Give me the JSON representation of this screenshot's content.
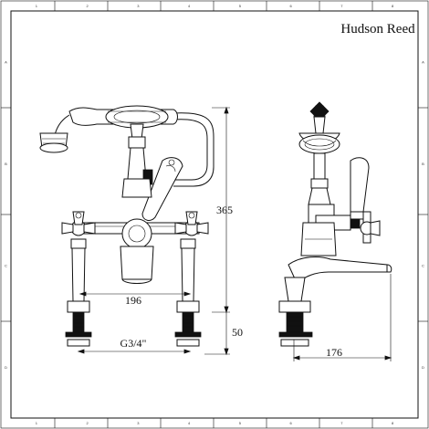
{
  "brand": "Hudson Reed",
  "frame": {
    "top_numbers": [
      "1",
      "2",
      "3",
      "4",
      "5",
      "6",
      "7",
      "8"
    ],
    "side_letters": [
      "A",
      "B",
      "C",
      "D"
    ]
  },
  "dimensions": {
    "height_total": "365",
    "width_centres": "196",
    "thread": "G3/4\"",
    "height_base": "50",
    "spout_reach": "176"
  }
}
